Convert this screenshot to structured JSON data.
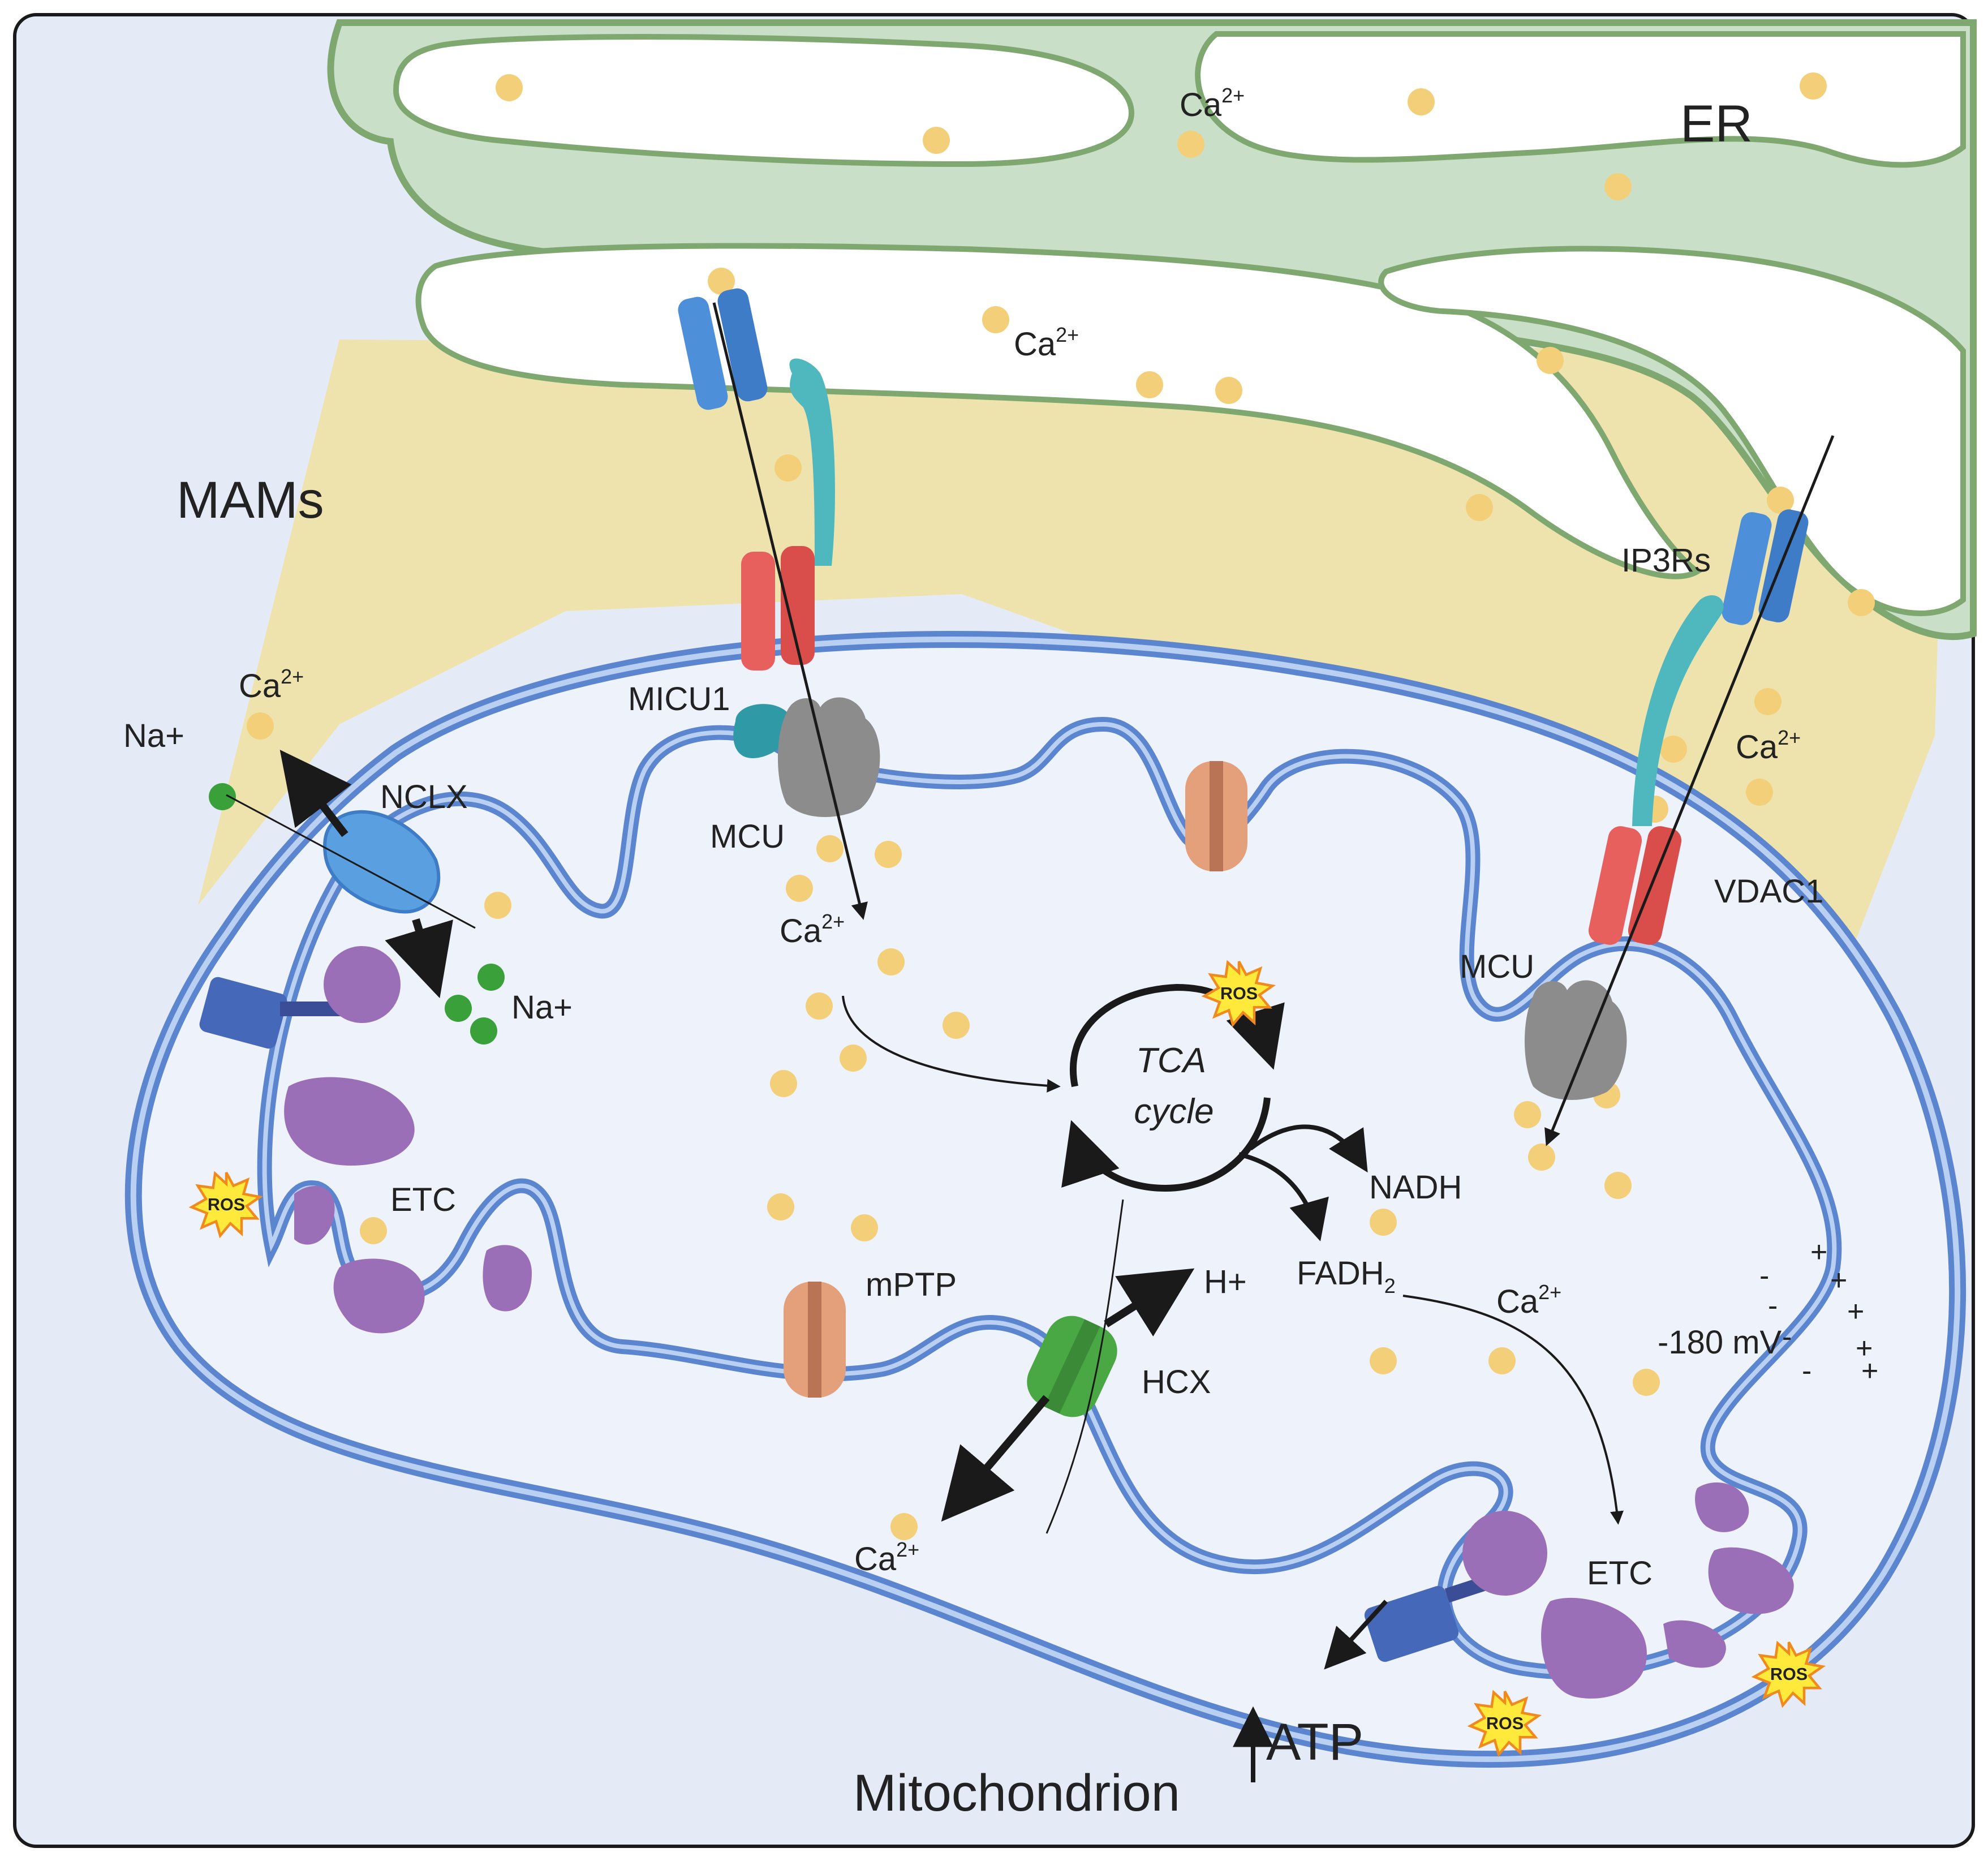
{
  "labels": {
    "er": "ER",
    "mams": "MAMs",
    "mitochondrion": "Mitochondrion",
    "ip3rs": "IP3Rs",
    "vdac1": "VDAC1",
    "micu1": "MICU1",
    "mcu_left": "MCU",
    "mcu_right": "MCU",
    "nclx": "NCLX",
    "etc_left": "ETC",
    "etc_right": "ETC",
    "mptp": "mPTP",
    "hcx": "HCX",
    "nadh": "NADH",
    "fadh_main": "FADH",
    "fadh_sub": "2",
    "h_plus": "H+",
    "na_plus_outer": "Na+",
    "na_plus_inner": "Na+",
    "tca_line1": "TCA",
    "tca_line2": "cycle",
    "atp": "ATP",
    "membrane_potential": "-180 mV",
    "ros": "ROS",
    "ca_main": "Ca",
    "ca_sup": "2+",
    "plus": "+",
    "minus": "-"
  },
  "colors": {
    "er_fill": "#c9dfc8",
    "er_stroke": "#7fa870",
    "mams_fill": "#efe3ad",
    "cytosol_fill": "#e4ebf6",
    "matrix_fill": "#eef3fb",
    "membrane_blue": "#5b86cf",
    "membrane_light": "#b9d0f2",
    "calcium": "#f4cf7a",
    "sodium": "#3aa13a",
    "ip3r_blue": "#4e8fd9",
    "grp75_teal": "#4fb8bf",
    "vdac_red": "#e8605e",
    "mcu_gray": "#8c8c8c",
    "micu_teal": "#2f9aa6",
    "nclx_blue": "#5aa0e0",
    "etc_purple": "#9b6fb8",
    "atp_synthase_blue": "#4668b8",
    "mptp_orange": "#e4a07a",
    "hcx_green": "#49a844",
    "ros_yellow": "#ffe93a",
    "ros_orange": "#f08a1e",
    "arrow": "#1a1a1a"
  }
}
